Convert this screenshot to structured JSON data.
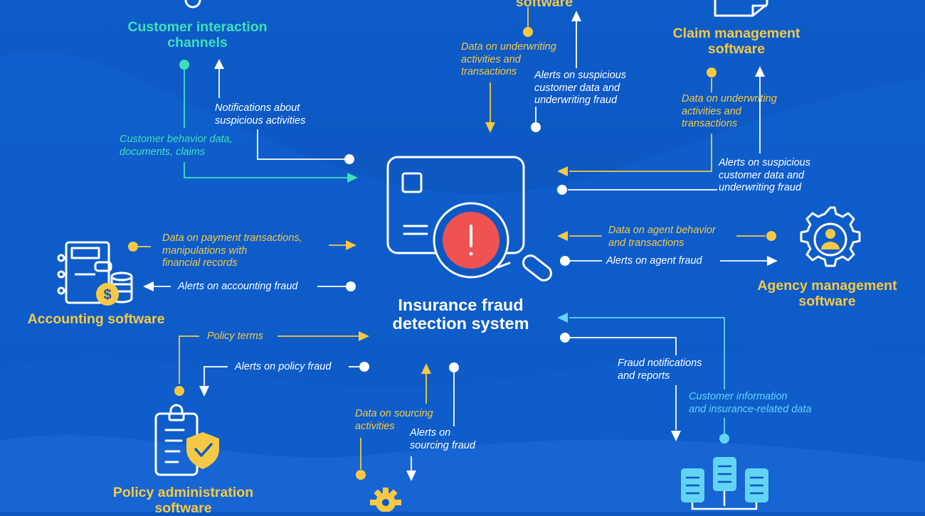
{
  "colors": {
    "background": "#0d57c2",
    "accent_yellow": "#f5c945",
    "accent_green": "#3fe0b8",
    "accent_cyan": "#63d4f5",
    "alert_red": "#f05252",
    "white": "#ffffff"
  },
  "center": {
    "title_line1": "Insurance fraud",
    "title_line2": "detection system",
    "icon": "card-magnifier-alert-icon"
  },
  "nodes": {
    "customer_channels": {
      "title_line1": "Customer interaction",
      "title_line2": "channels"
    },
    "underwriting": {
      "title": "software"
    },
    "claim": {
      "title_line1": "Claim management",
      "title_line2": "software",
      "icon": "document-icon"
    },
    "agency": {
      "title_line1": "Agency management",
      "title_line2": "software",
      "icon": "gear-user-icon"
    },
    "accounting": {
      "title": "Accounting software",
      "icon": "ledger-coins-icon"
    },
    "policy_admin": {
      "title_line1": "Policy administration",
      "title_line2": "software",
      "icon": "clipboard-shield-icon"
    },
    "sourcing": {
      "icon": "gear-icon"
    },
    "database": {
      "icon": "database-servers-icon"
    }
  },
  "flows": {
    "cust_in": {
      "line1": "Customer behavior data,",
      "line2": "documents, claims"
    },
    "cust_out": {
      "line1": "Notifications about",
      "line2": "suspicious activities"
    },
    "uw_in": {
      "line1": "Data on underwriting",
      "line2": "activities and",
      "line3": "transactions"
    },
    "uw_out": {
      "line1": "Alerts on suspicious",
      "line2": "customer data and",
      "line3": "underwriting fraud"
    },
    "claim_in": {
      "line1": "Data on underwriting",
      "line2": "activities and",
      "line3": "transactions"
    },
    "claim_out": {
      "line1": "Alerts on suspicious",
      "line2": "customer data and",
      "line3": "underwriting fraud"
    },
    "agency_in": {
      "line1": "Data on agent behavior",
      "line2": "and transactions"
    },
    "agency_out": {
      "line1": "Alerts on agent fraud"
    },
    "acct_in": {
      "line1": "Data on payment transactions,",
      "line2": "manipulations with",
      "line3": "financial records"
    },
    "acct_out": {
      "line1": "Alerts on accounting fraud"
    },
    "policy_in": {
      "line1": "Policy terms"
    },
    "policy_out": {
      "line1": "Alerts on policy fraud"
    },
    "sourcing_in": {
      "line1": "Data on sourcing",
      "line2": "activities"
    },
    "sourcing_out": {
      "line1": "Alerts on",
      "line2": "sourcing fraud"
    },
    "db_out": {
      "line1": "Fraud notifications",
      "line2": "and reports"
    },
    "db_in": {
      "line1": "Customer information",
      "line2": "and insurance-related data"
    }
  }
}
